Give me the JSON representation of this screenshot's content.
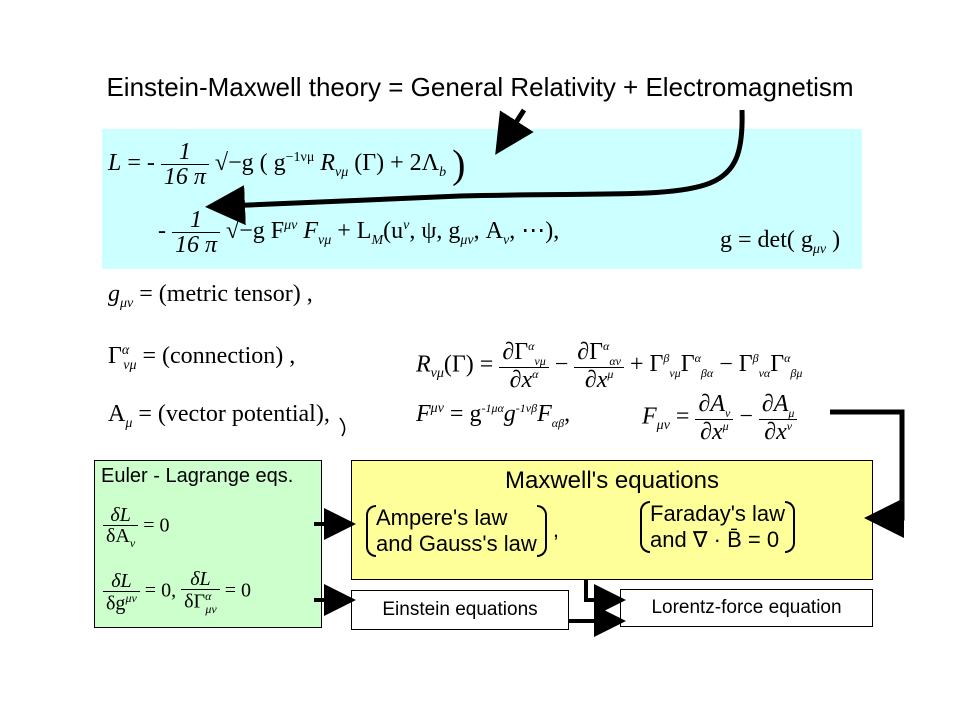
{
  "title": "Einstein-Maxwell theory = General Relativity + Electromagnetism",
  "lagrangian": {
    "line1_lhs": "L",
    "line1_eq": "= -",
    "line1_coef_num": "1",
    "line1_coef_den": "16 π",
    "line1_body": "√−g ( g",
    "line1_sup": "−1νμ",
    "line1_rest": "R",
    "line1_rsub": "νμ",
    "line1_tail": "(Γ) + 2Λ",
    "line1_tailsub": "b",
    "line1_close": ")",
    "line2_minus": "-",
    "line2_coef_num": "1",
    "line2_coef_den": "16 π",
    "line2_body": "√−g F",
    "line2_sup": "μν",
    "line2_f": "F",
    "line2_fsub": "νμ",
    "line2_plus": "+ L",
    "line2_msub": "M",
    "line2_args": "(u",
    "line2_args_sup": "ν",
    "line2_args2": ", ψ, g",
    "line2_args2_sub": "μν",
    "line2_args3": ", A",
    "line2_args3_sub": "ν",
    "line2_args4": ", ⋯),",
    "det": "g = det( g",
    "det_sub": "μν",
    "det_close": " )"
  },
  "definitions": {
    "metric": "= (metric tensor) ,",
    "connection": "= (connection) ,",
    "vector": "= (vector potential),",
    "riemann_lhs": "(Γ) =",
    "field_upper": "= g",
    "field_lower_lhs": "F",
    "minus": "−",
    "plus": "+"
  },
  "euler": {
    "heading": "Euler - Lagrange eqs.",
    "eq1": "= 0",
    "eq2": "= 0,",
    "eq3": "= 0",
    "delta_L": "δL",
    "dA": "δA",
    "dg": "δg",
    "dGamma": "δΓ"
  },
  "maxwell": {
    "heading": "Maxwell's equations",
    "left_line1": "Ampere's law",
    "left_line2": "and Gauss's law",
    "comma": ",",
    "right_line1": "Faraday's law",
    "right_line2": "and ∇ · B̄ = 0"
  },
  "einstein_label": "Einstein equations",
  "lorentz_label": "Lorentz-force equation",
  "colors": {
    "lagrangian_bg": "#ccffff",
    "euler_bg": "#ccffcc",
    "maxwell_bg": "#ffff99"
  }
}
